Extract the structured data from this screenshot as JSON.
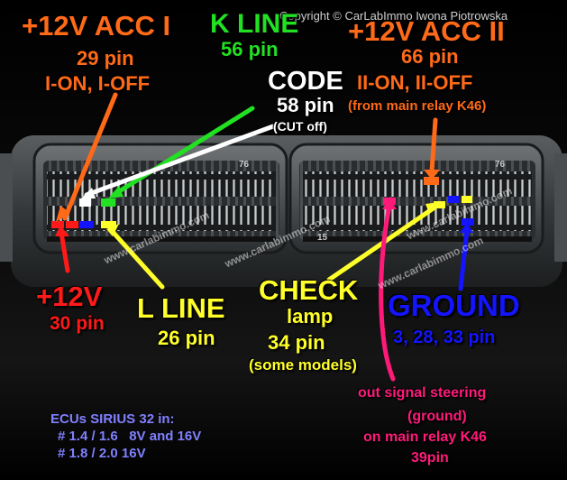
{
  "copyright": "Copyright © CarLabImmo Iwona Piotrowska",
  "watermark": "www.carlabimmo.com",
  "colors": {
    "orange": "#ff6a18",
    "green": "#22e022",
    "white": "#ffffff",
    "yellow": "#ffff2a",
    "red": "#ff1a1a",
    "blue": "#1414ff",
    "magenta": "#ff1a7a",
    "info_blue": "#8080ff"
  },
  "connector_numbers": {
    "left_top": "76",
    "right_top": "76",
    "bottom": "15"
  },
  "labels": {
    "acc1": {
      "title": "+12V ACC I",
      "pin": "29 pin",
      "note": "I-ON, I-OFF"
    },
    "kline": {
      "title": "K LINE",
      "pin": "56 pin"
    },
    "acc2": {
      "title": "+12V ACC II",
      "pin": "66 pin",
      "note": "II-ON, II-OFF",
      "note2": "(from main relay K46)"
    },
    "code": {
      "title": "CODE",
      "pin": "58 pin",
      "note": "(CUT off)"
    },
    "plus12v": {
      "title": "+12V",
      "pin": "30 pin"
    },
    "lline": {
      "title": "L LINE",
      "pin": "26 pin"
    },
    "check": {
      "title": "CHECK",
      "line2": "lamp",
      "pin": "34 pin",
      "note": "(some models)"
    },
    "ground": {
      "title": "GROUND",
      "pin": "3, 28, 33 pin"
    },
    "out_signal": {
      "line1": "out signal steering",
      "line2": "(ground)",
      "line3": "on main relay K46",
      "line4": "39pin"
    }
  },
  "info": {
    "title": "ECUs SIRIUS 32 in:",
    "line1": "# 1.4 / 1.6   8V and 16V",
    "line2": "# 1.8 / 2.0 16V"
  }
}
